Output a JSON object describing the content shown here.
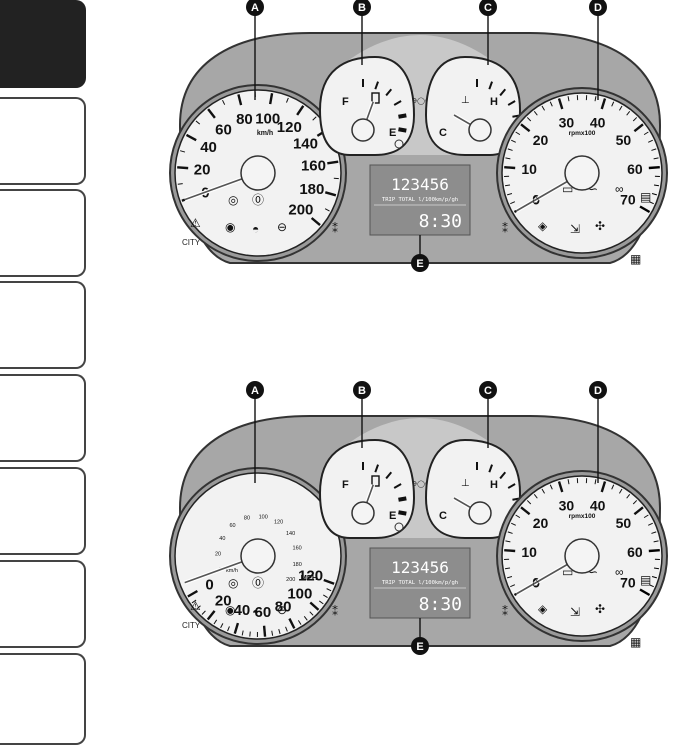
{
  "tabs": [
    {
      "active": true
    },
    {
      "active": false
    },
    {
      "active": false
    },
    {
      "active": false
    },
    {
      "active": false
    },
    {
      "active": false
    },
    {
      "active": false
    },
    {
      "active": false
    }
  ],
  "markers": {
    "a": "A",
    "b": "B",
    "c": "C",
    "d": "D",
    "e": "E"
  },
  "display": {
    "odometer": "123456",
    "trip_line": "TRIP TOTAL  l/100km/p/gh",
    "clock": "8:30"
  },
  "fuel": {
    "full": "F",
    "empty": "E"
  },
  "temp": {
    "cold": "C",
    "hot": "H"
  },
  "tacho": {
    "unit": "rpmx100",
    "ticks": [
      "0",
      "10",
      "20",
      "30",
      "40",
      "50",
      "60",
      "70"
    ]
  },
  "city_label": "CITY",
  "clusters": [
    {
      "speedo": {
        "unit": "km/h",
        "ticks": [
          "0",
          "20",
          "40",
          "60",
          "80",
          "100",
          "120",
          "140",
          "160",
          "180",
          "200"
        ]
      }
    },
    {
      "speedo": {
        "unit": "MPH",
        "ticks": [
          "0",
          "20",
          "40",
          "60",
          "80",
          "100",
          "120"
        ],
        "inner_unit": "km/h",
        "inner_ticks": [
          "0",
          "20",
          "40",
          "60",
          "80",
          "100",
          "120",
          "140",
          "160",
          "180",
          "200"
        ]
      }
    }
  ],
  "colors": {
    "housing": "#a7a7a7",
    "dial": "#f2f2f2",
    "display": "#8d8d8d",
    "marker": "#111111"
  }
}
